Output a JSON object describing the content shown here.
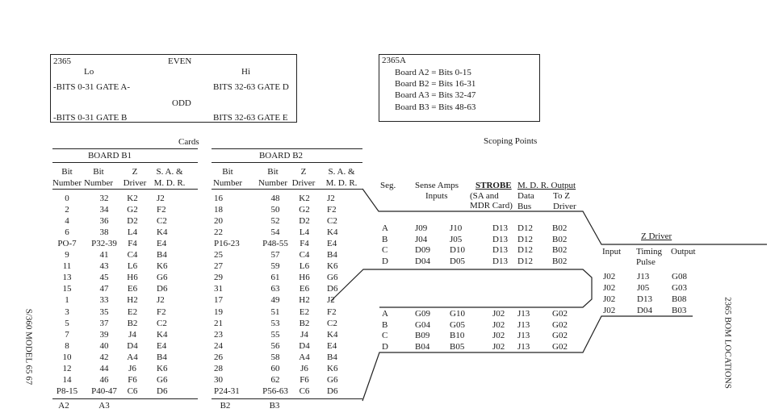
{
  "box_2365": {
    "id": "2365",
    "even": "EVEN",
    "lo": "Lo",
    "hi": "Hi",
    "lo_even": "-BITS 0-31 GATE A-",
    "hi_even": "BITS 32-63 GATE D",
    "odd": "ODD",
    "lo_odd": "-BITS 0-31 GATE B",
    "hi_odd": "BITS 32-63 GATE E"
  },
  "box_2365a": {
    "id": "2365A",
    "lines": [
      "Board A2 = Bits  0-15",
      "Board B2 = Bits 16-31",
      "Board A3 = Bits 32-47",
      "Board B3 = Bits 48-63"
    ]
  },
  "cards_label": "Cards",
  "board_b1": {
    "title": "BOARD B1",
    "headers": [
      [
        "Bit",
        "Number"
      ],
      [
        "Bit",
        "Number"
      ],
      [
        "Z",
        "Driver"
      ],
      [
        "S. A. &",
        "M. D. R."
      ]
    ],
    "rows": [
      [
        "0",
        "32",
        "K2",
        "J2"
      ],
      [
        "2",
        "34",
        "G2",
        "F2"
      ],
      [
        "4",
        "36",
        "D2",
        "C2"
      ],
      [
        "6",
        "38",
        "L4",
        "K4"
      ],
      [
        "PO-7",
        "P32-39",
        "F4",
        "E4"
      ],
      [
        "9",
        "41",
        "C4",
        "B4"
      ],
      [
        "11",
        "43",
        "L6",
        "K6"
      ],
      [
        "13",
        "45",
        "H6",
        "G6"
      ],
      [
        "15",
        "47",
        "E6",
        "D6"
      ],
      [
        "1",
        "33",
        "H2",
        "J2"
      ],
      [
        "3",
        "35",
        "E2",
        "F2"
      ],
      [
        "5",
        "37",
        "B2",
        "C2"
      ],
      [
        "7",
        "39",
        "J4",
        "K4"
      ],
      [
        "8",
        "40",
        "D4",
        "E4"
      ],
      [
        "10",
        "42",
        "A4",
        "B4"
      ],
      [
        "12",
        "44",
        "J6",
        "K6"
      ],
      [
        "14",
        "46",
        "F6",
        "G6"
      ],
      [
        "P8-15",
        "P40-47",
        "C6",
        "D6"
      ]
    ],
    "footer": [
      "A2",
      "A3"
    ]
  },
  "board_b2": {
    "title": "BOARD B2",
    "headers": [
      [
        "Bit",
        "Number"
      ],
      [
        "Bit",
        "Number"
      ],
      [
        "Z",
        "Driver"
      ],
      [
        "S. A. &",
        "M. D. R."
      ]
    ],
    "rows": [
      [
        "16",
        "48",
        "K2",
        "J2"
      ],
      [
        "18",
        "50",
        "G2",
        "F2"
      ],
      [
        "20",
        "52",
        "D2",
        "C2"
      ],
      [
        "22",
        "54",
        "L4",
        "K4"
      ],
      [
        "P16-23",
        "P48-55",
        "F4",
        "E4"
      ],
      [
        "25",
        "57",
        "C4",
        "B4"
      ],
      [
        "27",
        "59",
        "L6",
        "K6"
      ],
      [
        "29",
        "61",
        "H6",
        "G6"
      ],
      [
        "31",
        "63",
        "E6",
        "D6"
      ],
      [
        "17",
        "49",
        "H2",
        "J2"
      ],
      [
        "19",
        "51",
        "E2",
        "F2"
      ],
      [
        "21",
        "53",
        "B2",
        "C2"
      ],
      [
        "23",
        "55",
        "J4",
        "K4"
      ],
      [
        "24",
        "56",
        "D4",
        "E4"
      ],
      [
        "26",
        "58",
        "A4",
        "B4"
      ],
      [
        "28",
        "60",
        "J6",
        "K6"
      ],
      [
        "30",
        "62",
        "F6",
        "G6"
      ],
      [
        "P24-31",
        "P56-63",
        "C6",
        "D6"
      ]
    ],
    "footer": [
      "B2",
      "B3"
    ]
  },
  "scoping": {
    "title": "Scoping Points",
    "headers": {
      "seg": "Seg.",
      "sense_amps": [
        "Sense Amps",
        "Inputs"
      ],
      "strobe": [
        "STROBE",
        "(SA and",
        "MDR Card)"
      ],
      "mdr_output": "M. D. R. Output",
      "data_bus": [
        "Data",
        "Bus"
      ],
      "to_z_driver": [
        "To Z",
        "Driver"
      ]
    },
    "upper_rows": [
      [
        "A",
        "J09",
        "J10",
        "D13",
        "D12",
        "B02"
      ],
      [
        "B",
        "J04",
        "J05",
        "D13",
        "D12",
        "B02"
      ],
      [
        "C",
        "D09",
        "D10",
        "D13",
        "D12",
        "B02"
      ],
      [
        "D",
        "D04",
        "D05",
        "D13",
        "D12",
        "B02"
      ]
    ],
    "lower_rows": [
      [
        "A",
        "G09",
        "G10",
        "J02",
        "J13",
        "G02"
      ],
      [
        "B",
        "G04",
        "G05",
        "J02",
        "J13",
        "G02"
      ],
      [
        "C",
        "B09",
        "B10",
        "J02",
        "J13",
        "G02"
      ],
      [
        "D",
        "B04",
        "B05",
        "J02",
        "J13",
        "G02"
      ]
    ]
  },
  "z_driver": {
    "title": "Z Driver",
    "headers": {
      "input": "Input",
      "timing": [
        "Timing",
        "Pulse"
      ],
      "output": "Output"
    },
    "rows": [
      [
        "J02",
        "J13",
        "G08"
      ],
      [
        "J02",
        "J05",
        "G03"
      ],
      [
        "J02",
        "D13",
        "B08"
      ],
      [
        "J02",
        "D04",
        "B03"
      ]
    ]
  },
  "side_left": "S/360 MODEL 65     67",
  "side_right": "2365 BOM LOCATIONS"
}
